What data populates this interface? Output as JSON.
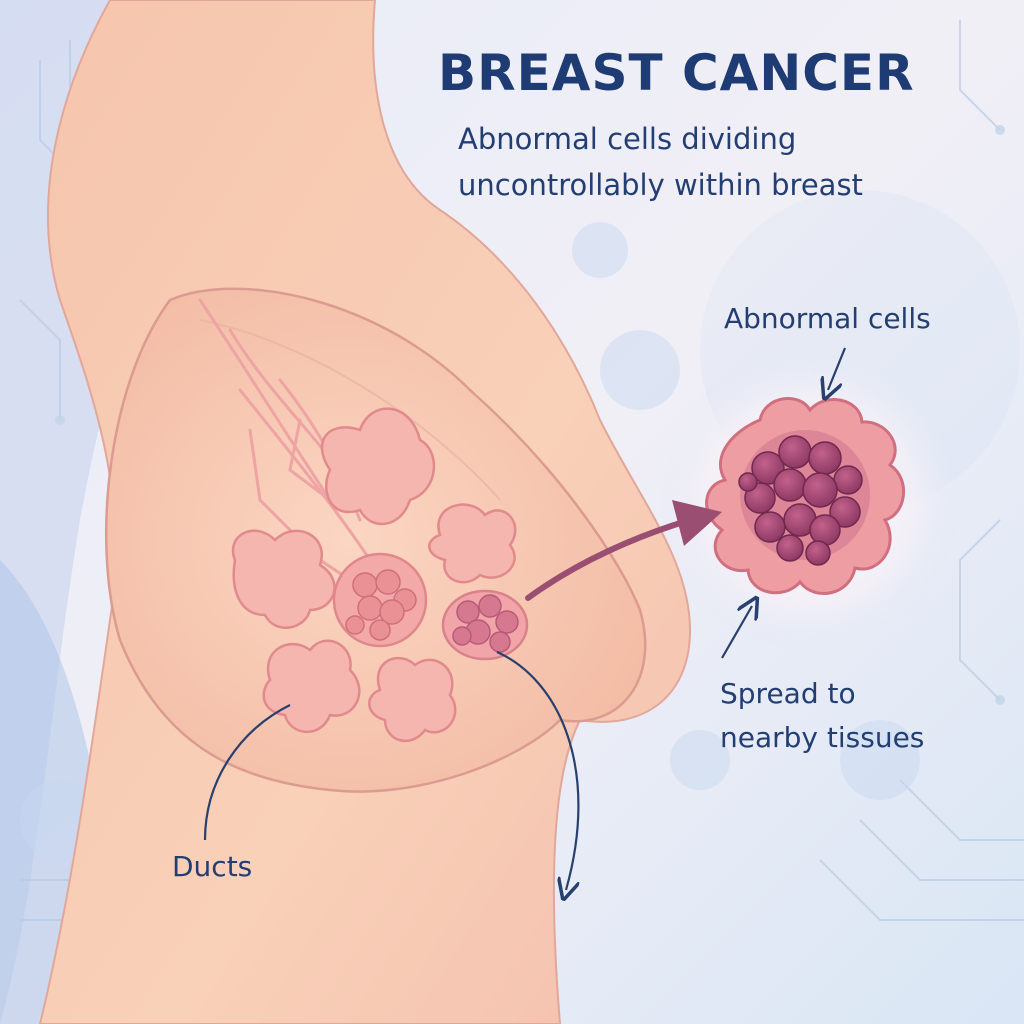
{
  "title": "BREAST CANCER",
  "subtitle_lines": [
    "Abnormal cells dividing",
    "uncontrollably within breast"
  ],
  "labels": {
    "abnormal_cells": "Abnormal cells",
    "spread_lines": [
      "Spread to",
      "nearby tissues"
    ],
    "ducts": "Ducts"
  },
  "colors": {
    "background_top": "#eef2fb",
    "background_bottom": "#dbe6f6",
    "skin": "#f8cdb2",
    "skin_outline": "#d98f8a",
    "duct": "#f0a0a4",
    "tumor_outer": "#e88a94",
    "tumor_inner": "#a84a74",
    "arrow": "#9a4e72",
    "text": "#1f3f78"
  }
}
